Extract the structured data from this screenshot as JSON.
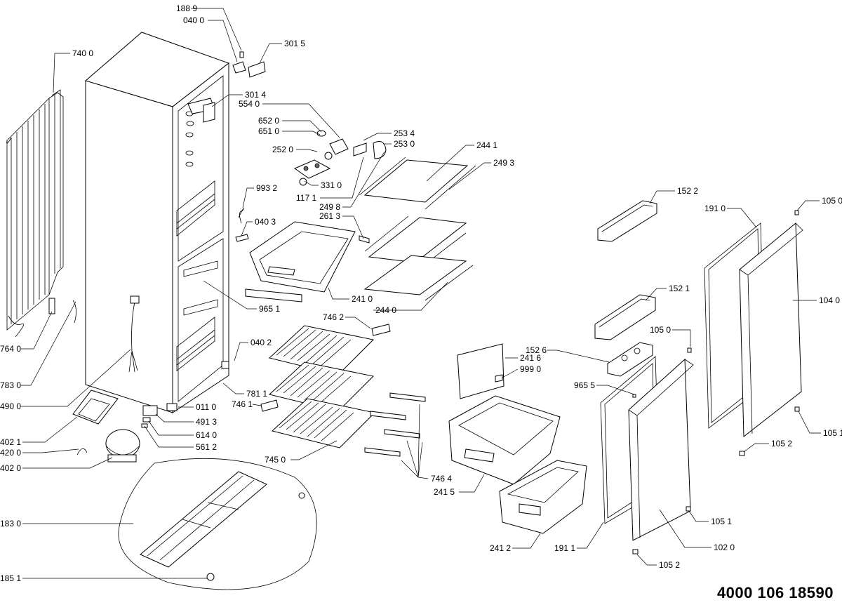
{
  "document_number": "4000 106 18590",
  "labels": [
    {
      "id": "188_9",
      "text": "188 9"
    },
    {
      "id": "040_0",
      "text": "040 0"
    },
    {
      "id": "301_5",
      "text": "301 5"
    },
    {
      "id": "740_0",
      "text": "740 0"
    },
    {
      "id": "301_4",
      "text": "301 4"
    },
    {
      "id": "554_0",
      "text": "554 0"
    },
    {
      "id": "652_0",
      "text": "652 0"
    },
    {
      "id": "651_0",
      "text": "651 0"
    },
    {
      "id": "253_4",
      "text": "253 4"
    },
    {
      "id": "253_0",
      "text": "253 0"
    },
    {
      "id": "244_1",
      "text": "244 1"
    },
    {
      "id": "252_0",
      "text": "252 0"
    },
    {
      "id": "249_3",
      "text": "249 3"
    },
    {
      "id": "331_0",
      "text": "331 0"
    },
    {
      "id": "993_2",
      "text": "993 2"
    },
    {
      "id": "117_1",
      "text": "117 1"
    },
    {
      "id": "249_8",
      "text": "249 8"
    },
    {
      "id": "261_3",
      "text": "261 3"
    },
    {
      "id": "152_2",
      "text": "152 2"
    },
    {
      "id": "105_0a",
      "text": "105 0"
    },
    {
      "id": "191_0",
      "text": "191 0"
    },
    {
      "id": "040_3",
      "text": "040 3"
    },
    {
      "id": "104_0",
      "text": "104 0"
    },
    {
      "id": "241_0",
      "text": "241 0"
    },
    {
      "id": "965_1",
      "text": "965 1"
    },
    {
      "id": "152_1",
      "text": "152 1"
    },
    {
      "id": "244_0",
      "text": "244 0"
    },
    {
      "id": "746_2",
      "text": "746 2"
    },
    {
      "id": "105_0b",
      "text": "105 0"
    },
    {
      "id": "764_0",
      "text": "764 0"
    },
    {
      "id": "040_2",
      "text": "040 2"
    },
    {
      "id": "152_6",
      "text": "152 6"
    },
    {
      "id": "241_6",
      "text": "241 6"
    },
    {
      "id": "999_0",
      "text": "999 0"
    },
    {
      "id": "783_0",
      "text": "783 0"
    },
    {
      "id": "965_5",
      "text": "965 5"
    },
    {
      "id": "781_1",
      "text": "781 1"
    },
    {
      "id": "746_1",
      "text": "746 1"
    },
    {
      "id": "490_0",
      "text": "490 0"
    },
    {
      "id": "011_0",
      "text": "011 0"
    },
    {
      "id": "491_3",
      "text": "491 3"
    },
    {
      "id": "105_1a",
      "text": "105 1"
    },
    {
      "id": "614_0",
      "text": "614 0"
    },
    {
      "id": "402_1",
      "text": "402 1"
    },
    {
      "id": "420_0",
      "text": "420 0"
    },
    {
      "id": "561_2",
      "text": "561 2"
    },
    {
      "id": "105_2a",
      "text": "105 2"
    },
    {
      "id": "402_0",
      "text": "402 0"
    },
    {
      "id": "745_0",
      "text": "745 0"
    },
    {
      "id": "746_4",
      "text": "746 4"
    },
    {
      "id": "241_5",
      "text": "241 5"
    },
    {
      "id": "183_0",
      "text": "183 0"
    },
    {
      "id": "105_1b",
      "text": "105 1"
    },
    {
      "id": "241_2",
      "text": "241 2"
    },
    {
      "id": "191_1",
      "text": "191 1"
    },
    {
      "id": "102_0",
      "text": "102 0"
    },
    {
      "id": "105_2b",
      "text": "105 2"
    },
    {
      "id": "185_1",
      "text": "185 1"
    }
  ]
}
